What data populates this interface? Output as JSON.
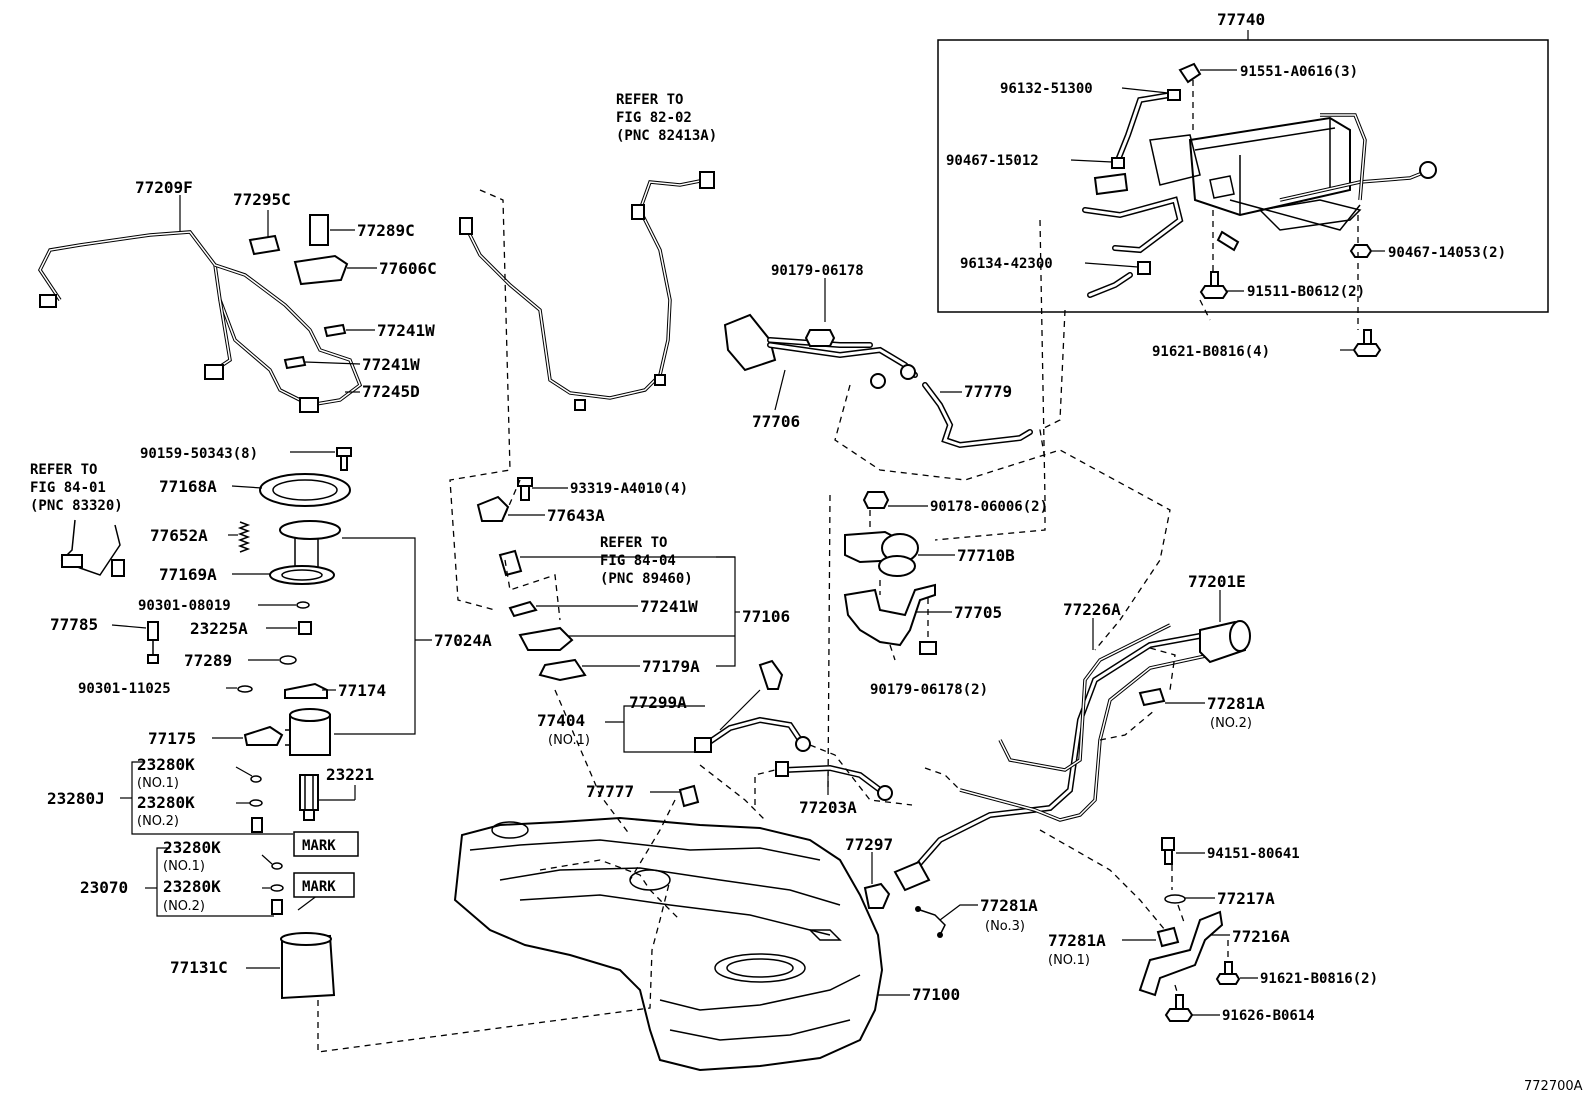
{
  "diagram_id": "772700A",
  "group_labels": {
    "canister_group": "77740",
    "pump_group": "77024A",
    "wire_group": "77106",
    "gauge_group": "23280J",
    "filter_group": "23070"
  },
  "parts": {
    "p91551": "91551-A0616(3)",
    "p96132": "96132-51300",
    "p90467a": "90467-15012",
    "p96134": "96134-42300",
    "p90467b": "90467-14053(2)",
    "p91511": "91511-B0612(2)",
    "p91621a": "91621-B0816(4)",
    "p77209f": "77209F",
    "p77295c": "77295C",
    "p77289c": "77289C",
    "p77606c": "77606C",
    "p77241w1": "77241W",
    "p77241w2": "77241W",
    "p77245d": "77245D",
    "p90179a": "90179-06178",
    "p77706": "77706",
    "p77779": "77779",
    "p90159": "90159-50343(8)",
    "p77168a": "77168A",
    "p77652a": "77652A",
    "p77169a": "77169A",
    "p90301a": "90301-08019",
    "p77785": "77785",
    "p23225a": "23225A",
    "p77289": "77289",
    "p90301b": "90301-11025",
    "p77174": "77174",
    "p77175": "77175",
    "p23280k1": "23280K",
    "p23280k2": "23280K",
    "p23221": "23221",
    "p23280k3": "23280K",
    "p23280k4": "23280K",
    "p77131c": "77131C",
    "p93319": "93319-A4010(4)",
    "p77643a": "77643A",
    "p77241w3": "77241W",
    "p77179a": "77179A",
    "p77299a": "77299A",
    "p77404": "77404",
    "p77777": "77777",
    "p77203a": "77203A",
    "p77297": "77297",
    "p77100": "77100",
    "p90178": "90178-06006(2)",
    "p77710b": "77710B",
    "p77705": "77705",
    "p90179b": "90179-06178(2)",
    "p77226a": "77226A",
    "p77201e": "77201E",
    "p77281a1": "77281A",
    "p77281a2": "77281A",
    "p77281a3": "77281A",
    "p94151": "94151-80641",
    "p77217a": "77217A",
    "p77216a": "77216A",
    "p91621b": "91621-B0816(2)",
    "p91626": "91626-B0614"
  },
  "notes": {
    "no1_a": "(NO.1)",
    "no2_a": "(NO.2)",
    "no1_b": "(NO.1)",
    "no2_b": "(NO.2)",
    "no1_c": "(NO.1)",
    "no1_d": "(NO.1)",
    "no2_e": "(NO.2)",
    "no3": "(No.3)",
    "mark1": "MARK",
    "mark2": "MARK"
  },
  "refs": {
    "ref1": [
      "REFER TO",
      "FIG 82-02",
      "(PNC 82413A)"
    ],
    "ref2": [
      "REFER TO",
      "FIG 84-01",
      "(PNC 83320)"
    ],
    "ref3": [
      "REFER TO",
      "FIG 84-04",
      "(PNC 89460)"
    ]
  }
}
